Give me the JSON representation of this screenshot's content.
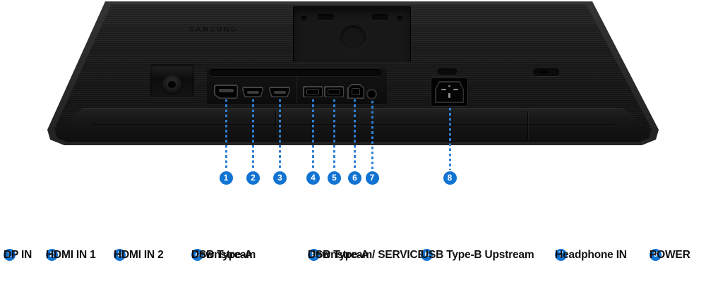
{
  "brand": {
    "logo": "SAMSUNG"
  },
  "colors": {
    "accent_blue": "#1173D2",
    "panel_dark": "#1D1D1D",
    "background": "#FFFFFF"
  },
  "callouts": {
    "numbers": [
      "1",
      "2",
      "3",
      "4",
      "5",
      "6",
      "7",
      "8"
    ]
  },
  "legend": {
    "items": [
      {
        "num": "1",
        "label": "DP IN"
      },
      {
        "num": "2",
        "label": "HDMI IN 1"
      },
      {
        "num": "3",
        "label": "HDMI IN 2"
      },
      {
        "num": "4",
        "label": "USB Type-A",
        "label2": "Downstream"
      },
      {
        "num": "5",
        "label": "USB Type-A",
        "label2": "Downstream/ SERVICE"
      },
      {
        "num": "6",
        "label": "USB Type-B Upstream"
      },
      {
        "num": "7",
        "label": "Headphone IN"
      },
      {
        "num": "8",
        "label": "POWER"
      }
    ]
  }
}
